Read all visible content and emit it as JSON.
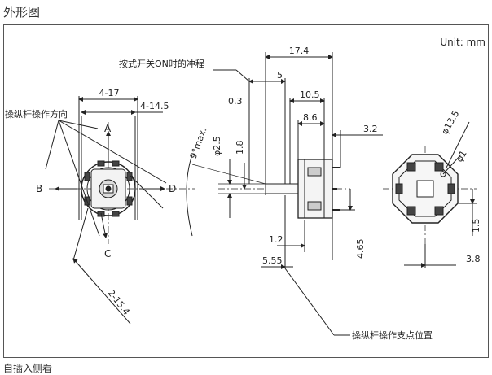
{
  "title": "外形图",
  "caption": "自插入侧看",
  "unit": "Unit: mm",
  "labels": {
    "lever_direction": "操纵杆操作方向",
    "push_stroke": "按式开关ON时的冲程",
    "fulcrum": "操纵杆操作支点位置",
    "A": "A",
    "B": "B",
    "C": "C",
    "D": "D"
  },
  "dimensions": {
    "d_4_17": "4-17",
    "d_4_14_5": "4-14.5",
    "d_2_15_4": "2-15.4",
    "d_9max": "9°max.",
    "d_phi2_5": "φ2.5",
    "d_1_8": "1.8",
    "d_0_3": "0.3",
    "d_17_4": "17.4",
    "d_5": "5",
    "d_10_5": "10.5",
    "d_8_6": "8.6",
    "d_3_2": "3.2",
    "d_1_2": "1.2",
    "d_4_65": "4.65",
    "d_5_55": "5.55",
    "d_phi13_5": "φ13.5",
    "d_phi1": "φ1",
    "d_1_5": "1.5",
    "d_3_8": "3.8"
  }
}
